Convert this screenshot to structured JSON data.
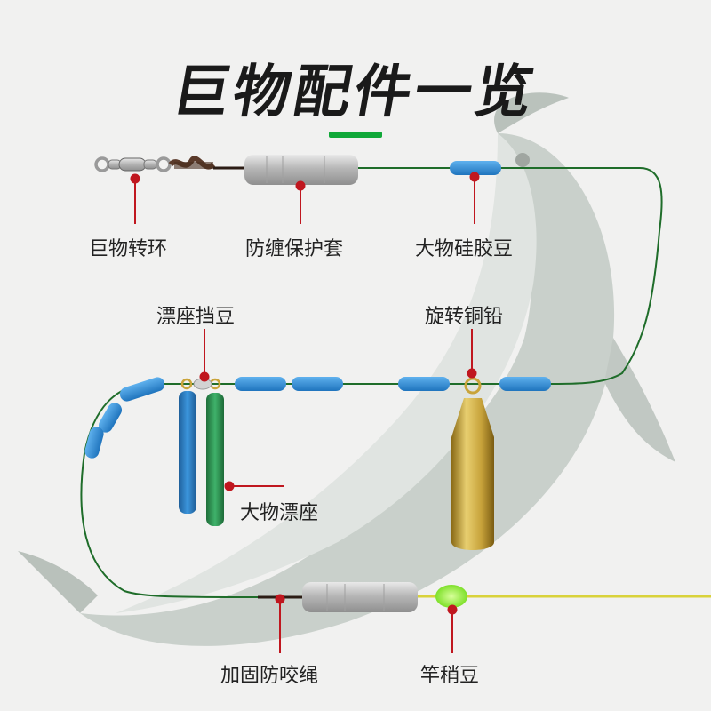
{
  "title": "巨物配件一览",
  "colors": {
    "accent_green": "#10a838",
    "marker_red": "#c0171f",
    "bead_blue": "#2a8bd6",
    "brass": "#c9a43a",
    "float_blue": "#2f7fc4",
    "float_green": "#2f9a52",
    "yellow_line": "#d9d23a"
  },
  "labels": {
    "swivel": "巨物转环",
    "sleeve": "防缠保护套",
    "silicone_bead": "大物硅胶豆",
    "float_stopper": "漂座挡豆",
    "brass_sinker": "旋转铜铅",
    "float_seat": "大物漂座",
    "bite_line": "加固防咬绳",
    "rod_bead": "竿稍豆"
  },
  "icons": [
    "swivel-icon",
    "sleeve-icon",
    "silicone-bead-icon",
    "float-seat-icon",
    "brass-sinker-icon",
    "rod-bead-icon",
    "fish-background"
  ]
}
